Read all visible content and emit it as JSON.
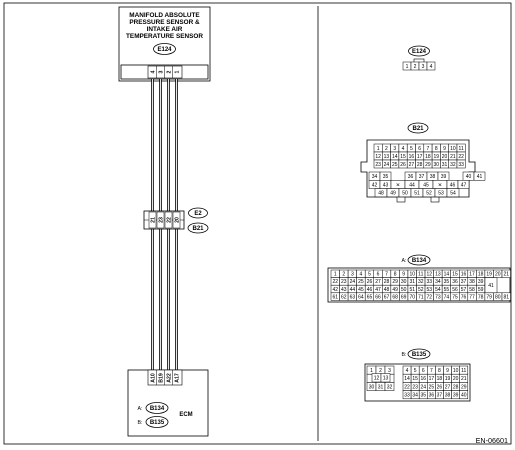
{
  "sensor": {
    "title_lines": [
      "MANIFOLD ABSOLUTE",
      "PRESSURE SENSOR &",
      "INTAKE AIR",
      "TEMPERATURE SENSOR"
    ],
    "connector": "E124",
    "pins": [
      "1",
      "2",
      "3",
      "4"
    ]
  },
  "joint": {
    "connectors": [
      "E2",
      "B21"
    ],
    "pins": [
      "21",
      "23",
      "22",
      "20"
    ]
  },
  "ecm": {
    "label": "ECM",
    "connectors": [
      {
        "letter": "A:",
        "id": "B134"
      },
      {
        "letter": "B:",
        "id": "B135"
      }
    ],
    "pins": [
      "A10",
      "B19",
      "A22",
      "A17"
    ]
  },
  "views": {
    "e124": {
      "id": "E124",
      "pins": [
        "1",
        "2",
        "3",
        "4"
      ]
    },
    "b21": {
      "id": "B21",
      "top_rows": [
        [
          "1",
          "2",
          "3",
          "4",
          "5",
          "6",
          "7",
          "8",
          "9",
          "10",
          "11"
        ],
        [
          "12",
          "13",
          "14",
          "15",
          "16",
          "17",
          "18",
          "19",
          "20",
          "21",
          "22"
        ],
        [
          "23",
          "24",
          "25",
          "26",
          "27",
          "28",
          "29",
          "30",
          "31",
          "32",
          "33"
        ]
      ],
      "bottom_rows": [
        [
          "34",
          "35",
          "",
          "36",
          "37",
          "38",
          "39",
          "",
          "40",
          "41"
        ],
        [
          "42",
          "43",
          "✕",
          "44",
          "45",
          "✕",
          "46",
          "47"
        ],
        [
          "48",
          "49",
          "50",
          "51",
          "52",
          "53",
          "54"
        ]
      ]
    },
    "b134": {
      "prefix": "A:",
      "id": "B134",
      "rows": [
        [
          "1",
          "2",
          "3",
          "4",
          "5",
          "6",
          "7",
          "8",
          "9",
          "10",
          "11",
          "12",
          "13",
          "14",
          "15",
          "16",
          "17",
          "18",
          "19",
          "20",
          "21"
        ],
        [
          "22",
          "23",
          "24",
          "25",
          "26",
          "27",
          "28",
          "29",
          "30",
          "31",
          "32",
          "33",
          "34",
          "35",
          "36",
          "37",
          "38",
          "39",
          "40"
        ],
        [
          "42",
          "43",
          "44",
          "45",
          "46",
          "47",
          "48",
          "49",
          "50",
          "51",
          "52",
          "53",
          "54",
          "55",
          "56",
          "57",
          "58",
          "59",
          "60"
        ],
        [
          "61",
          "62",
          "63",
          "64",
          "65",
          "66",
          "67",
          "68",
          "69",
          "70",
          "71",
          "72",
          "73",
          "74",
          "75",
          "76",
          "77",
          "78",
          "79",
          "80",
          "81"
        ]
      ],
      "extra": "41"
    },
    "b135": {
      "prefix": "B:",
      "id": "B135",
      "left_rows": [
        [
          "1",
          "2",
          "3"
        ],
        [
          "",
          "",
          ""
        ],
        [
          "30",
          "31",
          "32"
        ]
      ],
      "left_inner": [
        "12",
        "13"
      ],
      "right_rows": [
        [
          "4",
          "5",
          "6",
          "7",
          "8",
          "9",
          "10",
          "11"
        ],
        [
          "14",
          "15",
          "16",
          "17",
          "18",
          "19",
          "20",
          "21"
        ],
        [
          "22",
          "23",
          "24",
          "25",
          "26",
          "27",
          "28",
          "29"
        ],
        [
          "33",
          "34",
          "35",
          "36",
          "37",
          "38",
          "39",
          "40"
        ]
      ]
    }
  },
  "ref": "EN-06601"
}
